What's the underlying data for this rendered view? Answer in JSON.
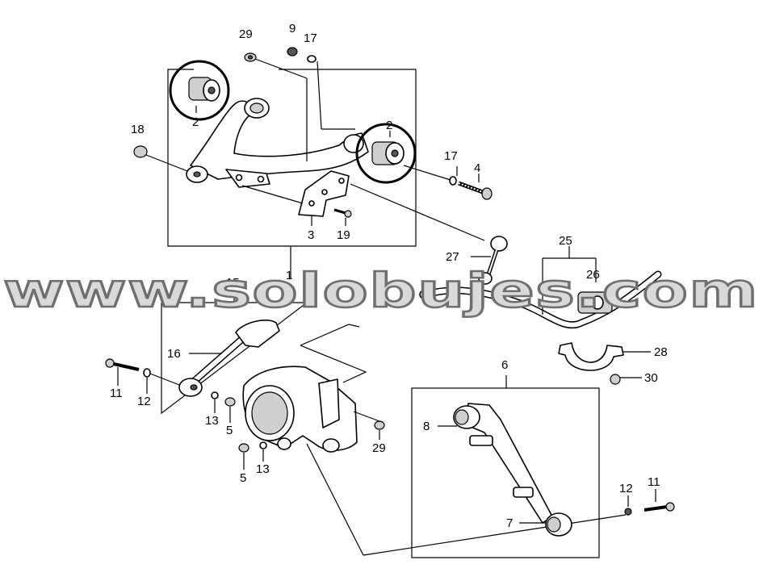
{
  "watermark": "www.solobujes.com",
  "callouts": {
    "c29a": "29",
    "c9": "9",
    "c17a": "17",
    "c18": "18",
    "c2a": "2",
    "c2b": "2",
    "c17b": "17",
    "c4": "4",
    "c3": "3",
    "c19": "19",
    "c1": "1",
    "c25": "25",
    "c27": "27",
    "c26": "26",
    "c15": "15",
    "c16": "16",
    "c11a": "11",
    "c12a": "12",
    "c13a": "13",
    "c5a": "5",
    "c29b": "29",
    "c5b": "5",
    "c13b": "13",
    "c28": "28",
    "c30": "30",
    "c6": "6",
    "c8": "8",
    "c12b": "12",
    "c11b": "11",
    "c7": "7"
  }
}
